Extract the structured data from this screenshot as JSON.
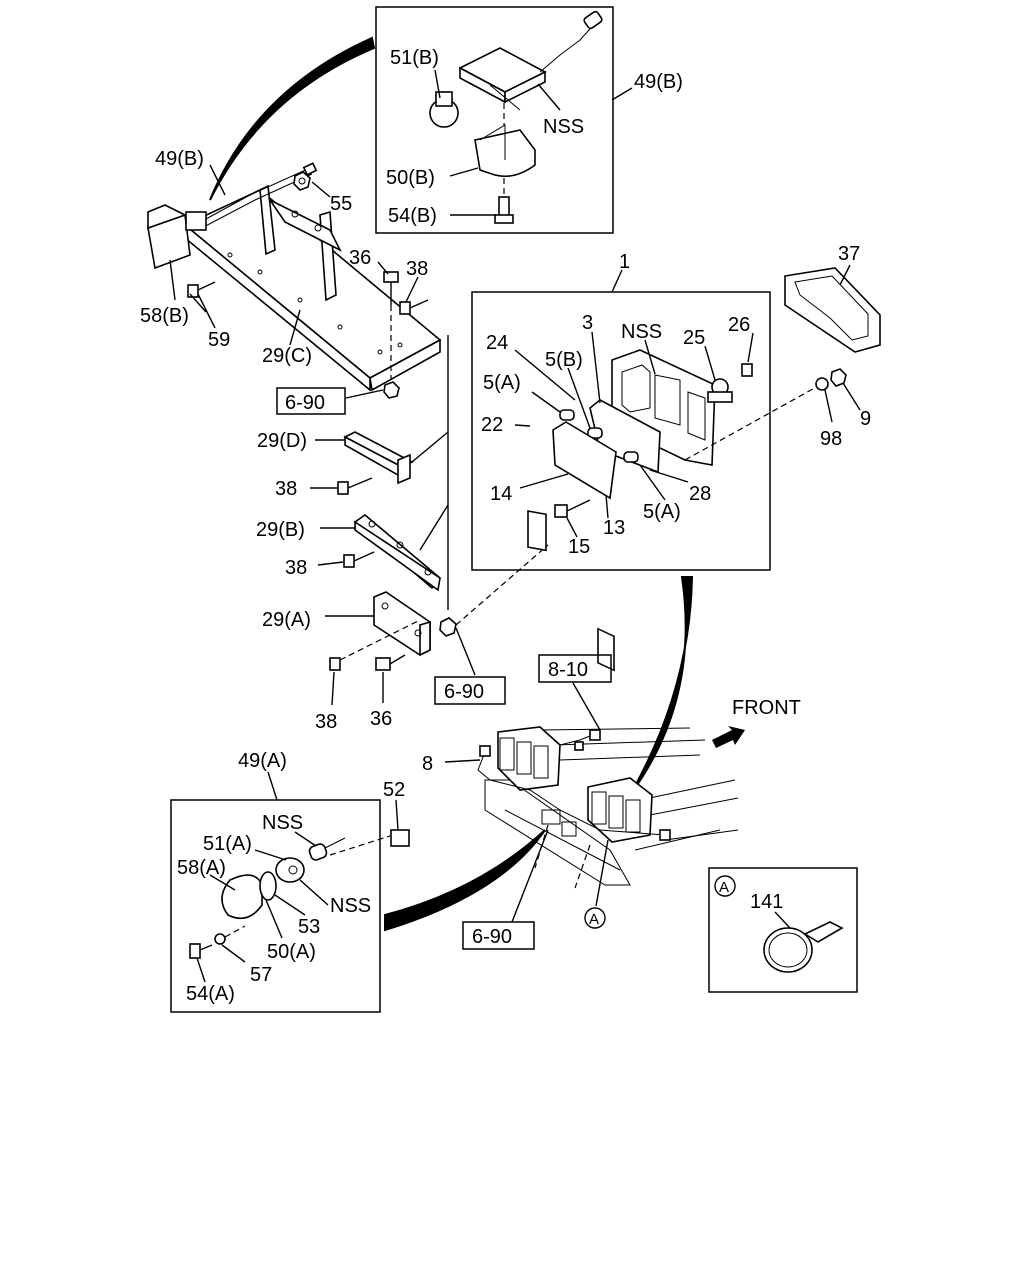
{
  "labels": {
    "l49b_top": "49(B)",
    "l49b_inset": "49(B)",
    "l51b": "51(B)",
    "l50b": "50(B)",
    "l54b": "54(B)",
    "nss_inset_b": "NSS",
    "l55": "55",
    "l36_top": "36",
    "l38_top": "38",
    "l58b": "58(B)",
    "l59": "59",
    "l29c": "29(C)",
    "ref_690_a": "6-90",
    "l29d": "29(D)",
    "l38_d": "38",
    "l29b": "29(B)",
    "l38_b": "38",
    "l29a": "29(A)",
    "l38_a": "38",
    "l36_a": "36",
    "ref_690_b": "6-90",
    "l1": "1",
    "l3": "3",
    "nss_lamp": "NSS",
    "l25": "25",
    "l26": "26",
    "l24": "24",
    "l5b": "5(B)",
    "l5a_1": "5(A)",
    "l22": "22",
    "l14": "14",
    "l13": "13",
    "l15": "15",
    "l5a_2": "5(A)",
    "l28": "28",
    "l37": "37",
    "l9": "9",
    "l98": "98",
    "ref_810": "8-10",
    "front": "FRONT",
    "l8": "8",
    "l49a": "49(A)",
    "l52": "52",
    "nss_a1": "NSS",
    "l51a": "51(A)",
    "l58a": "58(A)",
    "nss_a2": "NSS",
    "l53": "53",
    "l50a": "50(A)",
    "l57": "57",
    "l54a": "54(A)",
    "ref_690_c": "6-90",
    "callout_a": "A",
    "inset_a_tag": "A",
    "l141": "141"
  }
}
